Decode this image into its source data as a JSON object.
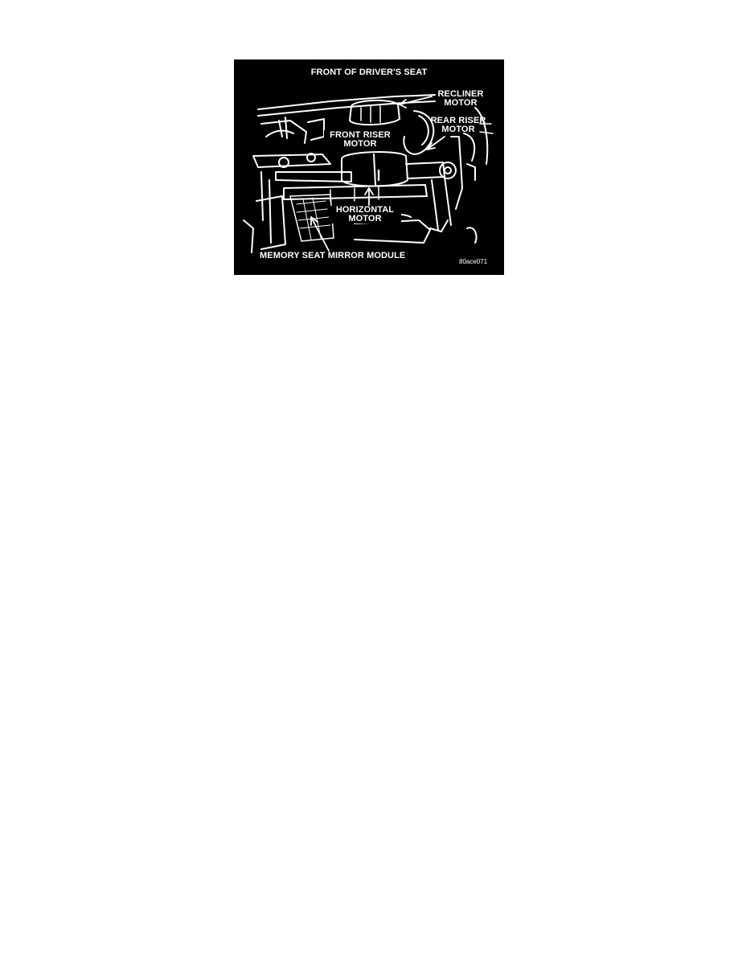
{
  "figure": {
    "title": "FRONT OF DRIVER'S SEAT",
    "figure_id": "80ace071",
    "background": "#000000",
    "line_color": "#ffffff",
    "labels": {
      "recliner_motor": [
        "RECLINER",
        "MOTOR"
      ],
      "rear_riser_motor": [
        "REAR RISER",
        "MOTOR"
      ],
      "front_riser_motor": [
        "FRONT RISER",
        "MOTOR"
      ],
      "horizontal_motor": [
        "HORIZONTAL",
        "MOTOR"
      ],
      "memory_seat_mirror_module": "MEMORY SEAT MIRROR MODULE"
    }
  }
}
